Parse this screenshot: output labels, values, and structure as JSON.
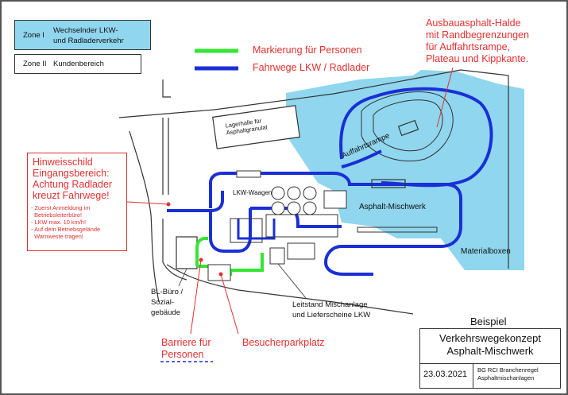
{
  "zones": [
    {
      "id": "Zone I",
      "description_line1": "Wechselnder LKW-",
      "description_line2": "und Radladerverkehr",
      "color": "#8fd6ee"
    },
    {
      "id": "Zone II",
      "description": "Kundenbereich"
    }
  ],
  "legend": [
    {
      "label": "Markierung für Personen",
      "color": "#33e633"
    },
    {
      "label": "Fahrwege LKW / Radlader",
      "color": "#1a2fd6"
    }
  ],
  "halde_note": [
    "Ausbauasphalt-Halde",
    "mit Randbegrenzungen",
    "für Auffahrtsrampe,",
    "Plateau und Kippkante."
  ],
  "hinweis": {
    "heading": [
      "Hinweisschild",
      "Eingangsbereich:",
      "Achtung Radlader",
      "kreuzt Fahrwege!"
    ],
    "bullets": [
      "- Zuerst Anmeldung im",
      "  Betriebsleiterbüro!",
      "- LKW max. 10 km/h!",
      "- Auf dem Betriebsgelände",
      "  Warnweste tragen!"
    ]
  },
  "labels": {
    "lagerhalle": [
      "Lagerhalle für",
      "Asphaltgranulat"
    ],
    "auffahrtsrampe": "Auffahrtsrampe",
    "lkw_waagen": "LKW-Waagen",
    "asphalt_mischwerk": "Asphalt-Mischwerk",
    "materialboxen": "Materialboxen",
    "bl_buero": [
      "BL-Büro /",
      "Sozial-",
      "gebäude"
    ],
    "leitstand": [
      "Leitstand Mischanlage",
      "und Lieferscheine LKW"
    ],
    "barriere": [
      "Barriere für",
      "Personen"
    ],
    "besucherparkplatz": "Besucherparkplatz"
  },
  "title_block": {
    "beispiel": "Beispiel",
    "title_line1": "Verkehrswegekonzept",
    "title_line2": "Asphalt-Mischwerk",
    "date": "23.03.2021",
    "source_line1": "BG RCI Branchenregel",
    "source_line2": "Asphaltmischanlagen"
  },
  "colors": {
    "zone_fill": "#8fd6ee",
    "route_blue": "#1a2fd6",
    "marking_green": "#33e633",
    "annotation_red": "#e53030"
  }
}
